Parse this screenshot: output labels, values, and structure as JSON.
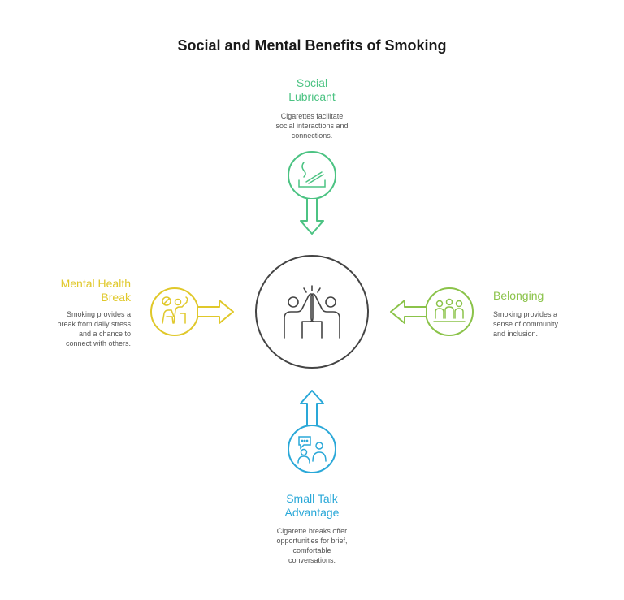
{
  "title": "Social and Mental Benefits of Smoking",
  "colors": {
    "social": "#4cc383",
    "belonging": "#8bc34a",
    "smalltalk": "#2aa8d8",
    "mental": "#e0c82a",
    "center": "#444444"
  },
  "items": {
    "social": {
      "title_line1": "Social",
      "title_line2": "Lubricant",
      "desc_line1": "Cigarettes facilitate",
      "desc_line2": "social interactions and",
      "desc_line3": "connections.",
      "icon": "cigarette-icon"
    },
    "belonging": {
      "title": "Belonging",
      "desc_line1": "Smoking provides a",
      "desc_line2": "sense of community",
      "desc_line3": "and inclusion.",
      "icon": "group-icon"
    },
    "smalltalk": {
      "title_line1": "Small Talk",
      "title_line2": "Advantage",
      "desc_line1": "Cigarette breaks offer",
      "desc_line2": "opportunities for brief,",
      "desc_line3": "comfortable",
      "desc_line4": "conversations.",
      "icon": "conversation-icon"
    },
    "mental": {
      "title_line1": "Mental Health",
      "title_line2": "Break",
      "desc_line1": "Smoking provides a",
      "desc_line2": "break from daily stress",
      "desc_line3": "and a chance to",
      "desc_line4": "connect with others.",
      "icon": "no-smoking-people-icon"
    },
    "center": {
      "icon": "high-five-icon"
    }
  }
}
